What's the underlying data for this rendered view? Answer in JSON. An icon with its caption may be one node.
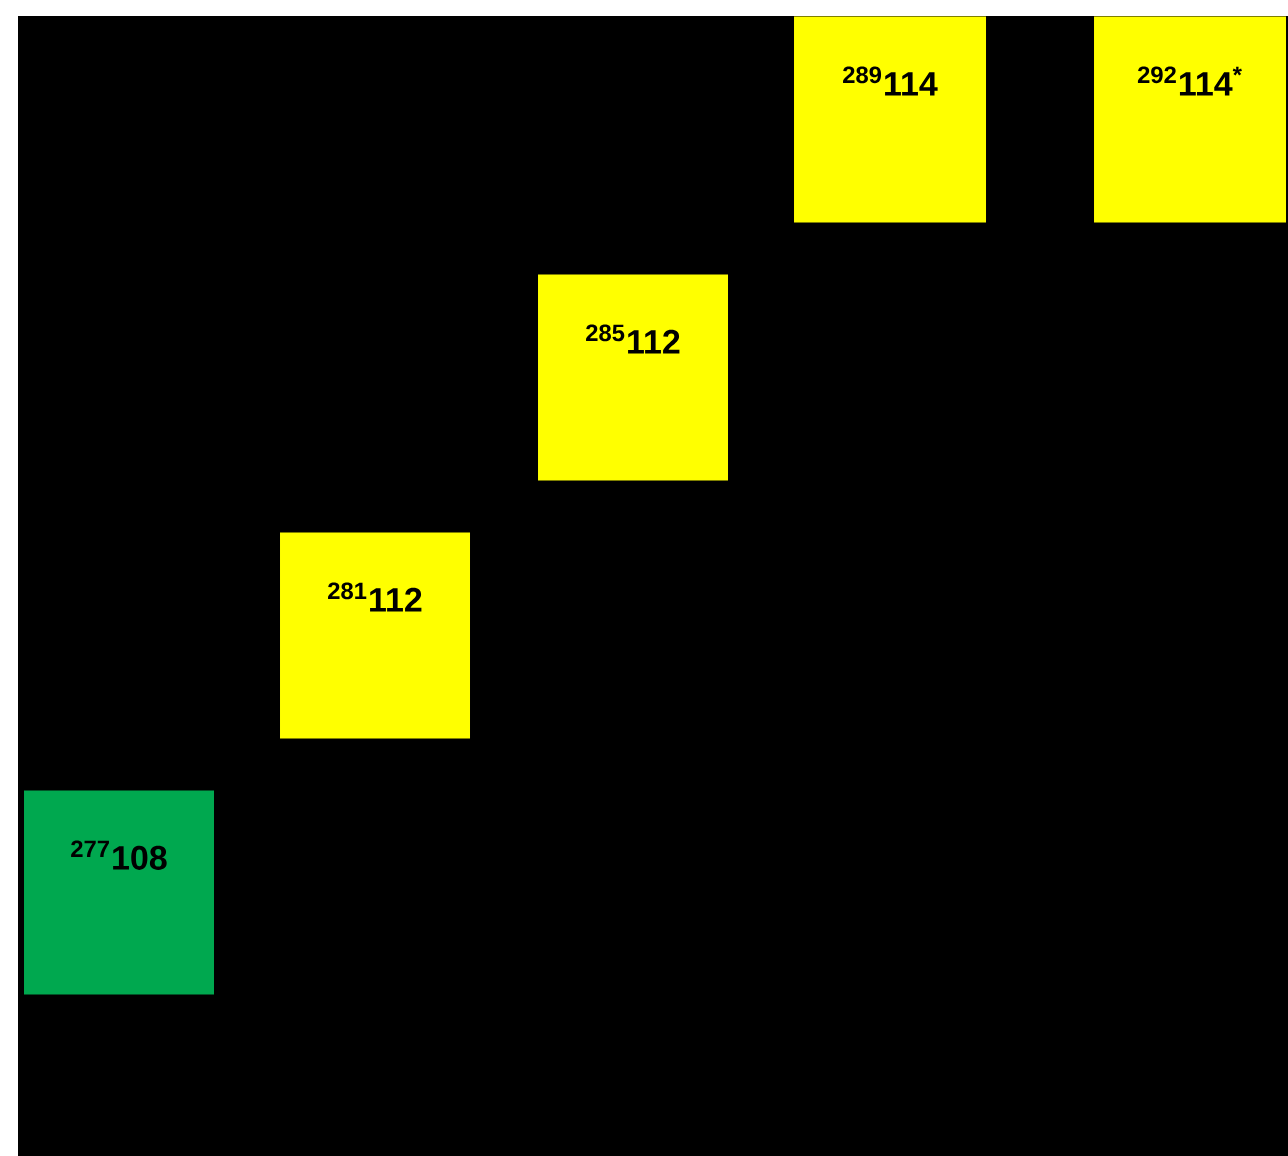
{
  "diagram": {
    "nodes": [
      {
        "text": [
          "$^{289}$114"
        ]
      },
      {
        "text": [
          "$^{292}$114$^{*}$"
        ]
      },
      {
        "text": [
          "$^{285}$112"
        ]
      },
      {
        "text": [
          "$^{281}$112"
        ]
      },
      {
        "text": [
          "$^{277}$108"
        ]
      }
    ]
  }
}
